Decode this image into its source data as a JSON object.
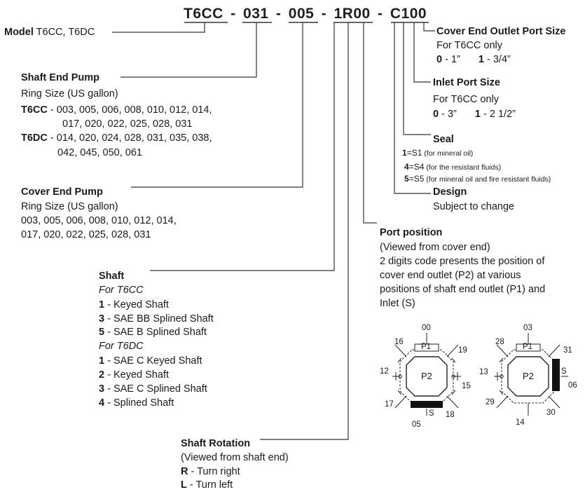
{
  "code": {
    "p1": "T6CC",
    "d1": "-",
    "p2": "031",
    "d2": "-",
    "p3": "005",
    "d3": "-",
    "p4": "1R00",
    "d4": "-",
    "p5": "C100"
  },
  "model": {
    "label": "Model",
    "value": " T6CC, T6DC"
  },
  "shaft_end_pump": {
    "title": "Shaft End Pump",
    "subtitle": "Ring Size (US gallon)",
    "t6cc_label": "T6CC",
    "t6cc_line1": " - 003, 005, 006, 008, 010, 012, 014,",
    "t6cc_line2": "017, 020, 022, 025, 028, 031",
    "t6dc_label": "T6DC",
    "t6dc_line1": " - 014, 020, 024, 028, 031, 035, 038,",
    "t6dc_line2": "042, 045, 050, 061"
  },
  "cover_end_pump": {
    "title": "Cover End Pump",
    "subtitle": "Ring Size (US gallon)",
    "line1": "003, 005, 006, 008, 010, 012, 014,",
    "line2": "017, 020, 022, 025, 028, 031"
  },
  "shaft": {
    "title": "Shaft",
    "t6cc_head": "For T6CC",
    "t6cc_items": [
      {
        "code": "1",
        "text": " - Keyed Shaft"
      },
      {
        "code": "3",
        "text": " - SAE BB Splined Shaft"
      },
      {
        "code": "5",
        "text": " - SAE B Splined Shaft"
      }
    ],
    "t6dc_head": "For T6DC",
    "t6dc_items": [
      {
        "code": "1",
        "text": " - SAE C Keyed Shaft"
      },
      {
        "code": "2",
        "text": " - Keyed Shaft"
      },
      {
        "code": "3",
        "text": " - SAE C Splined Shaft"
      },
      {
        "code": "4",
        "text": " - Splined Shaft"
      }
    ]
  },
  "shaft_rotation": {
    "title": "Shaft Rotation",
    "subtitle": "(Viewed from shaft end)",
    "items": [
      {
        "code": "R",
        "text": " - Turn right"
      },
      {
        "code": "L",
        "text": " - Turn left"
      }
    ]
  },
  "cover_outlet": {
    "title": "Cover End Outlet Port Size",
    "note": "For T6CC only",
    "opt1_code": "0",
    "opt1_text": " - 1”",
    "opt2_code": "1",
    "opt2_text": " - 3/4”"
  },
  "inlet_port": {
    "title": "Inlet Port Size",
    "note": "For T6CC only",
    "opt1_code": "0",
    "opt1_text": " - 3”",
    "opt2_code": "1",
    "opt2_text": " - 2 1/2”"
  },
  "seal": {
    "title": "Seal",
    "items": [
      {
        "code": "1",
        "eq": "=S1",
        "note": " (for mineral oil)"
      },
      {
        "code": "4",
        "eq": "=S4",
        "note": " (for the resistant fluids)"
      },
      {
        "code": "5",
        "eq": "=S5",
        "note": " (for mineral oil and fire resistant fluids)"
      }
    ]
  },
  "design": {
    "title": "Design",
    "text": "Subject to change"
  },
  "port_position": {
    "title": "Port position",
    "subtitle": "(Viewed from cover end)",
    "desc": [
      "2 digits code presents the position of",
      "cover end outlet (P2) at various",
      "positions of shaft end outlet (P1) and",
      "Inlet (S)"
    ],
    "left": {
      "p1": "P1",
      "p2": "P2",
      "s": "S",
      "labels": {
        "top": "00",
        "tl": "16",
        "tr": "19",
        "left": "12",
        "right": "15",
        "bl": "17",
        "bottom": "05",
        "br": "18"
      }
    },
    "right": {
      "p1": "P1",
      "p2": "P2",
      "s": "S",
      "labels": {
        "top": "03",
        "tl": "28",
        "tr": "31",
        "left": "13",
        "right": "06",
        "bl": "29",
        "bottom": "14",
        "br": "30"
      }
    }
  }
}
